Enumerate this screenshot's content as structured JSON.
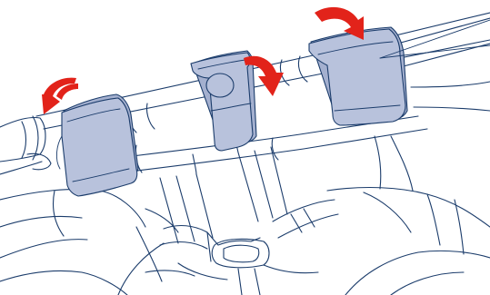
{
  "colors": {
    "outline": "#1b3c6b",
    "clip_fill": "#b8c2dc",
    "clip_shadow": "#a4b0cf",
    "arrow": "#e2231a",
    "background": "#ffffff"
  },
  "parts": {
    "clips": [
      "left-clip",
      "center-clip",
      "right-clip"
    ],
    "arrows": [
      "left-arrow",
      "center-arrow",
      "right-arrow"
    ],
    "icons": [
      "curved-arrow-icon",
      "pointer-line-icon"
    ]
  }
}
